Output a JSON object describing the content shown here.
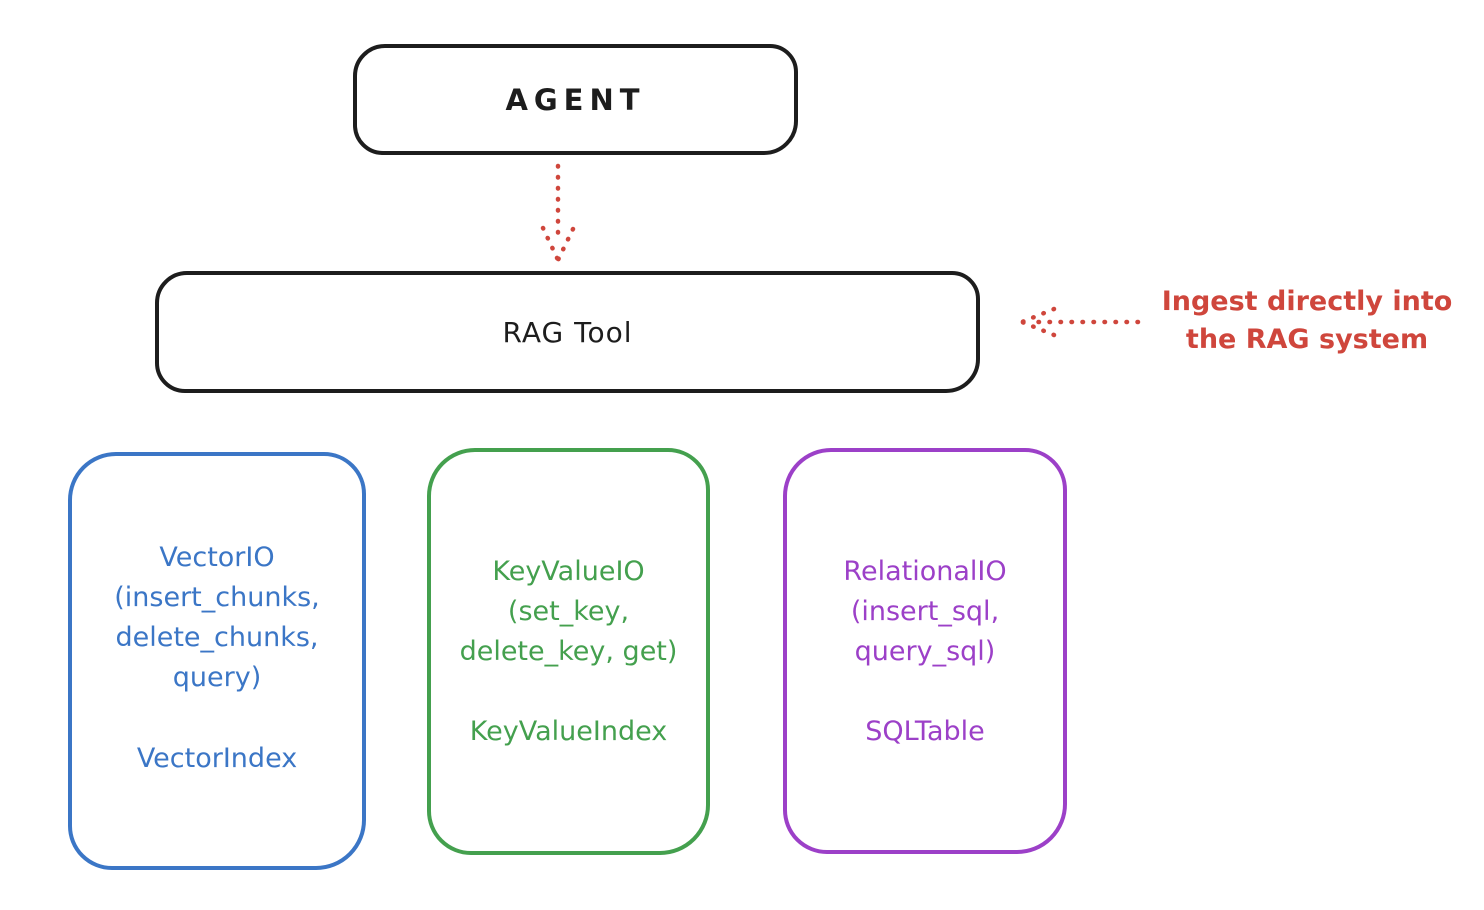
{
  "diagram": {
    "agent_box": {
      "label": "AGENT"
    },
    "rag_tool_box": {
      "label": "RAG Tool"
    },
    "annotation": {
      "lines": [
        "Ingest directly into",
        "the RAG system"
      ],
      "color": "#cf463c"
    },
    "arrows": [
      {
        "name": "agent-to-rag-tool",
        "style": "dotted",
        "direction": "down",
        "color": "#cf463c"
      },
      {
        "name": "annotation-to-rag-tool",
        "style": "dotted",
        "direction": "left",
        "color": "#cf463c"
      }
    ],
    "storage_boxes": [
      {
        "name": "vector-io",
        "color": "#3b76c6",
        "title_lines": [
          "VectorIO",
          "(insert_chunks,",
          "delete_chunks,",
          "query)"
        ],
        "index_label": "VectorIndex"
      },
      {
        "name": "key-value-io",
        "color": "#44a04e",
        "title_lines": [
          "KeyValueIO",
          "(set_key,",
          "delete_key, get)"
        ],
        "index_label": "KeyValueIndex"
      },
      {
        "name": "relational-io",
        "color": "#9c40c8",
        "title_lines": [
          "RelationalIO",
          "(insert_sql,",
          "query_sql)"
        ],
        "index_label": "SQLTable"
      }
    ],
    "colors": {
      "outline": "#1d1d1d",
      "accent_red": "#cf463c",
      "accent_blue": "#3b76c6",
      "accent_green": "#44a04e",
      "accent_purple": "#9c40c8",
      "background": "#ffffff"
    }
  }
}
